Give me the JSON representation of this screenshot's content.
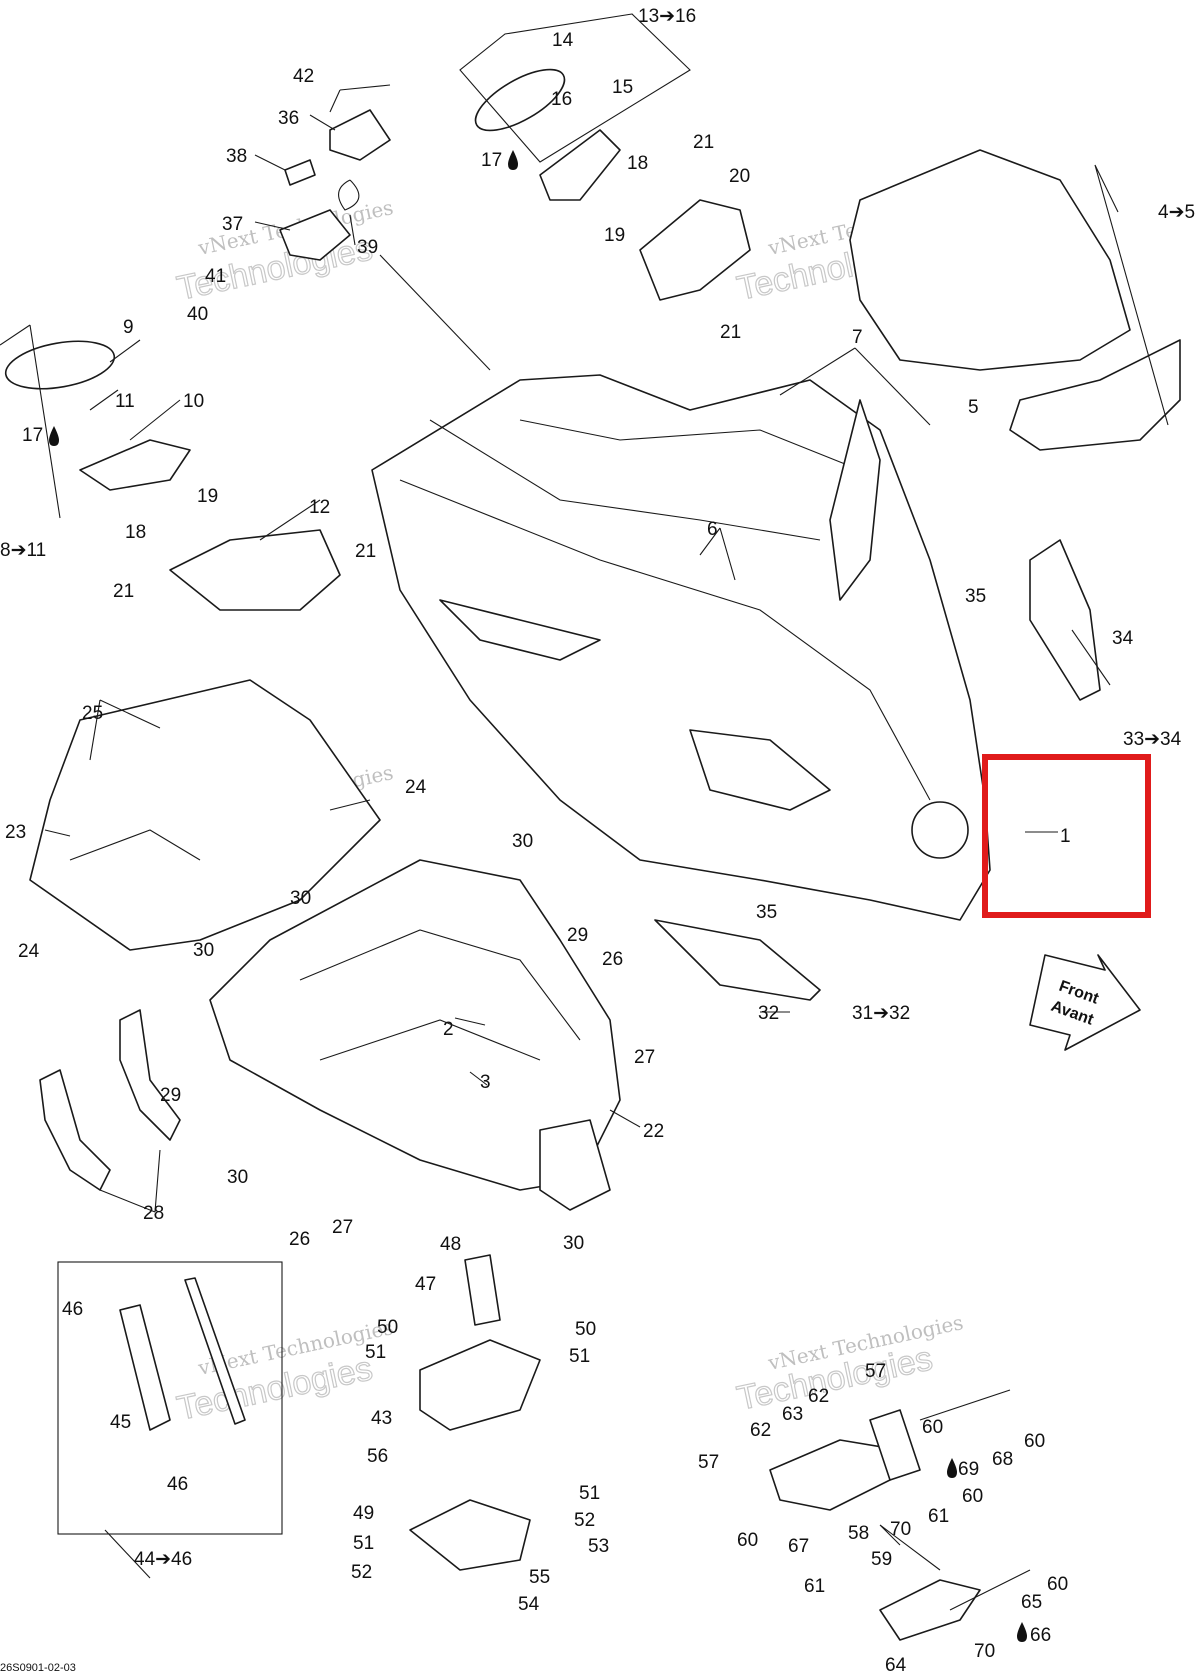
{
  "diagram": {
    "part_numbers": [
      "1",
      "2",
      "3",
      "4➔5",
      "5",
      "6",
      "7",
      "8➔11",
      "9",
      "10",
      "11",
      "12",
      "13➔16",
      "14",
      "15",
      "16",
      "17",
      "17",
      "18",
      "18",
      "19",
      "19",
      "20",
      "21",
      "21",
      "21",
      "21",
      "22",
      "23",
      "24",
      "24",
      "25",
      "26",
      "26",
      "27",
      "27",
      "28",
      "29",
      "29",
      "30",
      "30",
      "30",
      "30",
      "30",
      "31➔32",
      "32",
      "33➔34",
      "34",
      "35",
      "35",
      "36",
      "37",
      "38",
      "39",
      "40",
      "41",
      "42",
      "43",
      "44➔46",
      "45",
      "46",
      "46",
      "47",
      "48",
      "49",
      "50",
      "50",
      "51",
      "51",
      "51",
      "51",
      "52",
      "52",
      "53",
      "54",
      "55",
      "56",
      "57",
      "57",
      "58",
      "59",
      "60",
      "60",
      "60",
      "60",
      "60",
      "61",
      "61",
      "62",
      "62",
      "63",
      "64",
      "65",
      "66",
      "67",
      "68",
      "69",
      "70",
      "70"
    ],
    "front_arrow": {
      "line1": "Front",
      "line2": "Avant"
    },
    "drawing_code": "26S0901-02-03",
    "watermark": {
      "line1": "vNext Technologies",
      "line2": "Technologies",
      "line3": "vNext"
    },
    "highlight": {
      "label": "1",
      "color": "#e01b1b"
    }
  }
}
